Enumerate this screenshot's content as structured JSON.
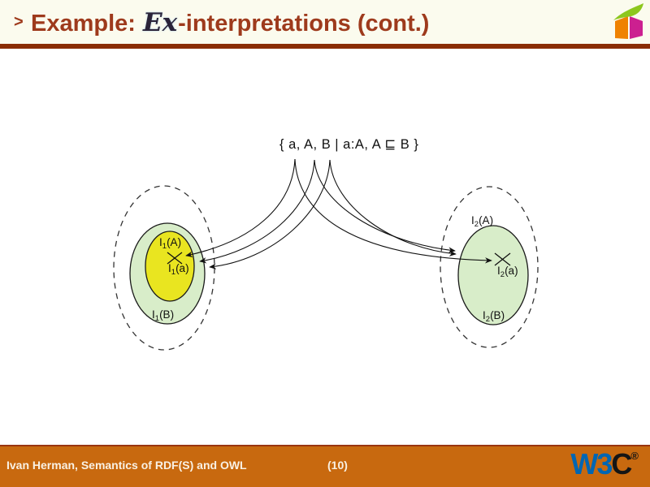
{
  "header": {
    "bullet": ">",
    "title_pre": "Example: ",
    "title_script": "Ex",
    "title_post": "-interpretations (cont.)",
    "logo_icon": "cube-icon"
  },
  "diagram": {
    "set_expression": "{ a, A, B | a:A, A ⊑ B }",
    "left": {
      "label_A": {
        "base": "I",
        "sub": "1",
        "args": "(A)"
      },
      "label_a": {
        "base": "I",
        "sub": "1",
        "args": "(a)"
      },
      "label_B": {
        "base": "I",
        "sub": "1",
        "args": "(B)"
      }
    },
    "right": {
      "label_A": {
        "base": "I",
        "sub": "2",
        "args": "(A)"
      },
      "label_a": {
        "base": "I",
        "sub": "2",
        "args": "(a)"
      },
      "label_B": {
        "base": "I",
        "sub": "2",
        "args": "(B)"
      }
    },
    "colors": {
      "yellow_ellipse": "#e9e520",
      "green_ellipse": "#d8edc9",
      "outline": "#1a1a1a"
    }
  },
  "footer": {
    "credit": "Ivan Herman, Semantics of RDF(S) and OWL",
    "page_number": "(10)",
    "w3c_logo": {
      "w3": "W3",
      "c": "C",
      "reg": "®"
    }
  },
  "theme": {
    "title_color": "#9e3a1c",
    "rule_color": "#8a2d03",
    "header_bg": "#fbfbee",
    "footer_bg": "#c8690f",
    "footer_text": "#f9f1e4",
    "w3c_blue": "#0066b3",
    "cube_green": "#8dc71e",
    "cube_orange": "#ef8200",
    "cube_magenta": "#cc2090"
  }
}
